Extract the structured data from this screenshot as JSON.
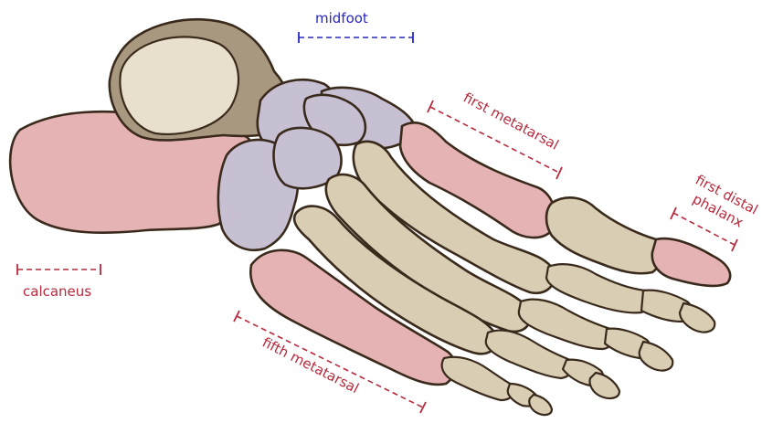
{
  "labels": {
    "midfoot": "midfoot",
    "first_metatarsal": "first metatarsal",
    "first_distal_line1": "first distal",
    "first_distal_line2": "phalanx",
    "calcaneus": "calcaneus",
    "fifth_metatarsal": "fifth metatarsal"
  },
  "colors": {
    "label_red": "#b72a3c",
    "label_blue": "#2626c8",
    "bone_tan": "#d9ceb4",
    "bone_pink": "#e6b3b5",
    "bone_lavender": "#c6c0d2",
    "outline": "#3a2a1c"
  }
}
